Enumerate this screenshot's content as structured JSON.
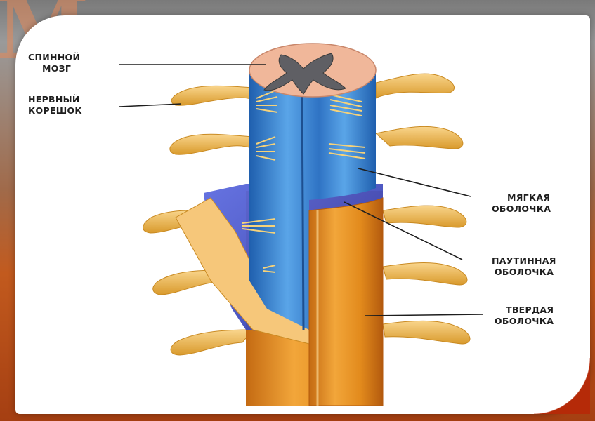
{
  "diagram": {
    "labels": {
      "spinal_cord": [
        "СПИННОЙ",
        "МОЗГ"
      ],
      "nerve_root": [
        "НЕРВНЫЙ",
        "КОРЕШОК"
      ],
      "pia_mater": [
        "МЯГКАЯ",
        "ОБОЛОЧКА"
      ],
      "arachnoid": [
        "ПАУТИННАЯ",
        "ОБОЛОЧКА"
      ],
      "dura_mater": [
        "ТВЕРДАЯ",
        "ОБОЛОЧКА"
      ]
    },
    "colors": {
      "dura": "#e59a2a",
      "pia": "#3f86d6",
      "arachnoid": "#4b57c8",
      "nerve": "#f1be5e",
      "cord_section": "#f0b79a",
      "gray_matter": "#6a6a6a"
    }
  }
}
